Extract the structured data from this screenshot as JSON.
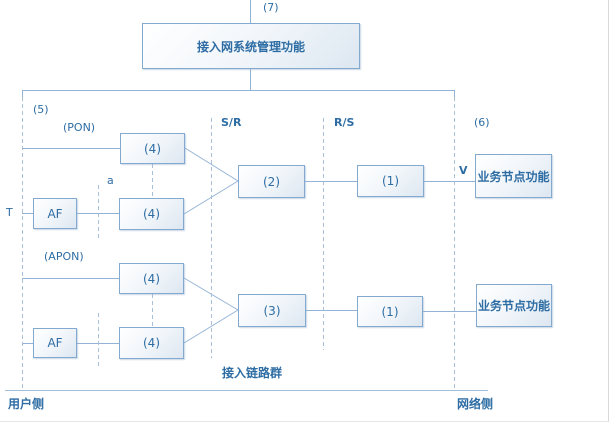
{
  "diagram": {
    "title_box": "接入网系统管理功能",
    "labels": {
      "q7": "(7)",
      "q5": "(5)",
      "q6": "(6)",
      "pon": "(PON)",
      "apon": "(APON)",
      "sr": "S/R",
      "rs": "R/S",
      "t": "T",
      "a": "a",
      "v": "V",
      "access_link_group": "接入链路群",
      "user_side": "用户侧",
      "network_side": "网络侧"
    },
    "boxes": {
      "b4": "(4)",
      "b2": "(2)",
      "b3": "(3)",
      "b1": "(1)",
      "af": "AF",
      "service_node": "业务节点功能"
    },
    "colors": {
      "solid_line": "#93b3d6",
      "dashed_line": "#a9c0da",
      "box_border": "#84a9cf",
      "box_fill_light": "#ffffff",
      "box_fill_dark": "#dde7f1",
      "text": "#2e6da4"
    }
  }
}
